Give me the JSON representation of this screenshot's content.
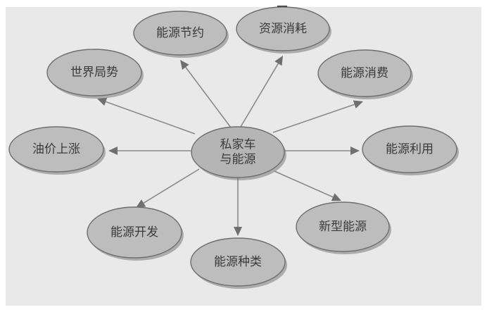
{
  "colors": {
    "panel": "#e9e9e9",
    "node_fill": "#bdbdbd",
    "node_stroke": "#6e6e6e",
    "edge": "#8a8a8a",
    "text": "#3a3a3a"
  },
  "diagram": {
    "center": {
      "id": "center",
      "lines": [
        "私家车",
        "与能源"
      ]
    },
    "nodes": [
      {
        "id": "jieyue",
        "label": "能源节约"
      },
      {
        "id": "xiaohao",
        "label": "资源消耗"
      },
      {
        "id": "shijie",
        "label": "世界局势"
      },
      {
        "id": "xiaofei",
        "label": "能源消费"
      },
      {
        "id": "youjia",
        "label": "油价上涨"
      },
      {
        "id": "liyong",
        "label": "能源利用"
      },
      {
        "id": "kaifa",
        "label": "能源开发"
      },
      {
        "id": "zhonglei",
        "label": "能源种类"
      },
      {
        "id": "xinxing",
        "label": "新型能源"
      }
    ],
    "edges": [
      {
        "from": "center",
        "to": "jieyue"
      },
      {
        "from": "center",
        "to": "xiaohao"
      },
      {
        "from": "center",
        "to": "shijie"
      },
      {
        "from": "center",
        "to": "xiaofei"
      },
      {
        "from": "center",
        "to": "youjia"
      },
      {
        "from": "center",
        "to": "liyong"
      },
      {
        "from": "center",
        "to": "kaifa"
      },
      {
        "from": "center",
        "to": "zhonglei"
      },
      {
        "from": "center",
        "to": "xinxing"
      }
    ]
  }
}
